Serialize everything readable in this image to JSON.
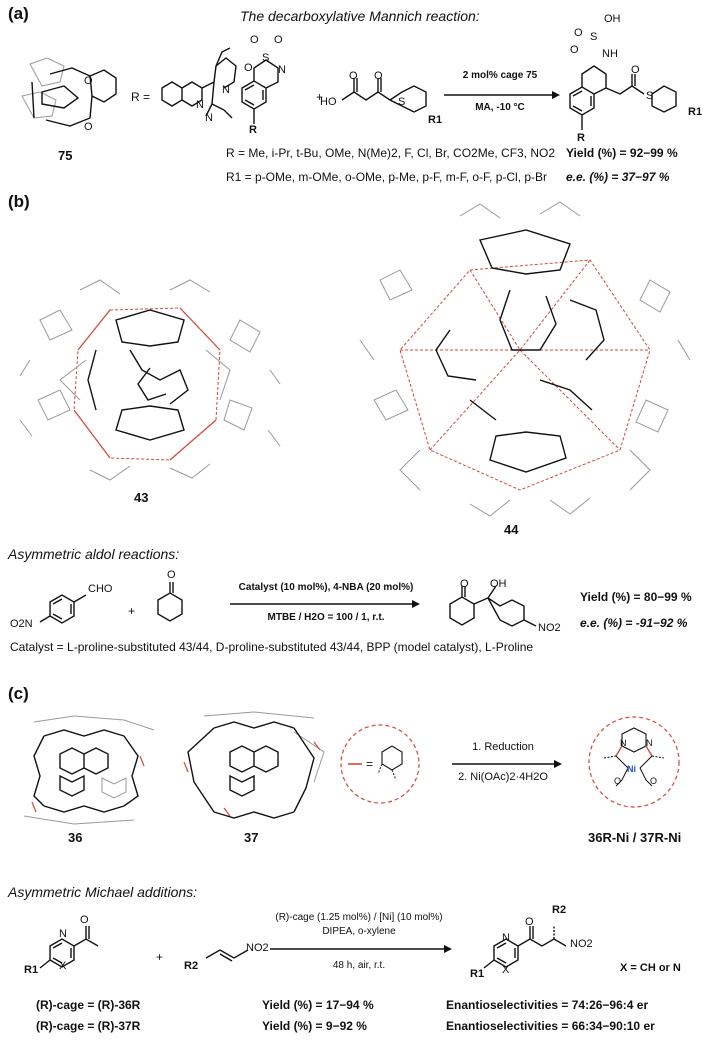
{
  "panel_a": {
    "label": "(a)",
    "title": "The decarboxylative Mannich reaction",
    "title_colon": ":",
    "cage_label": "75",
    "r_eq": "R =",
    "r_atom": "R",
    "cond_top": "2 mol% cage 75",
    "cond_bottom": "MA, -10 °C",
    "plus": "+",
    "r_list": "R  =  Me, i-Pr, t-Bu, OMe, N(Me)2, F, Cl, Br, CO2Me, CF3, NO2",
    "r1_list": "R1 = p-OMe, m-OMe, o-OMe, p-Me, p-F, m-F, o-F, p-Cl, p-Br",
    "yield": "Yield (%) = 92−99 %",
    "ee": "e.e. (%) = 37−97 %",
    "atoms": {
      "o": "O",
      "s": "S",
      "n": "N",
      "oh": "OH",
      "nh": "NH",
      "ho": "HO",
      "r1": "R1"
    }
  },
  "panel_b": {
    "label": "(b)",
    "cage1": "43",
    "cage2": "44",
    "title": "Asymmetric aldol reactions",
    "title_colon": ":",
    "cond_top": "Catalyst (10 mol%), 4-NBA (20 mol%)",
    "cond_bottom": "MTBE / H2O = 100 / 1, r.t.",
    "plus": "+",
    "yield": "Yield (%) = 80−99 %",
    "ee": "e.e. (%) = -91−92 %",
    "catalyst_line": "Catalyst = L-proline-substituted 43/44, D-proline-substituted 43/44, BPP (model catalyst), L-Proline",
    "atoms": {
      "cho": "CHO",
      "o": "O",
      "oh": "OH",
      "no2": "NO2",
      "o2n": "O2N"
    }
  },
  "panel_c": {
    "label": "(c)",
    "cage1": "36",
    "cage2": "37",
    "eq": "=",
    "step1": "1. Reduction",
    "step2": "2. Ni(OAc)2·4H2O",
    "product_label": "36R-Ni / 37R-Ni",
    "title": "Asymmetric Michael additions",
    "title_colon": ":",
    "cond_top": "(R)-cage (1.25 mol%) / [Ni] (10 mol%)",
    "cond_mid": "DIPEA, o-xylene",
    "cond_bottom": "48 h, air, r.t.",
    "plus": "+",
    "x_note": "X = CH or N",
    "row1_cage": "(R)-cage = (R)-36R",
    "row1_yield": "Yield (%) = 17−94 %",
    "row1_er": "Enantioselectivities = 74:26−96:4 er",
    "row2_cage": "(R)-cage = (R)-37R",
    "row2_yield": "Yield (%) = 9−92 %",
    "row2_er": "Enantioselectivities = 66:34−90:10 er",
    "atoms": {
      "o": "O",
      "n": "N",
      "x": "X",
      "r1": "R1",
      "r2": "R2",
      "no2": "NO2",
      "ni": "Ni"
    }
  },
  "colors": {
    "accent_red": "#e0453a",
    "ni_blue": "#1f4fd0",
    "gray": "#9a9a9a"
  }
}
